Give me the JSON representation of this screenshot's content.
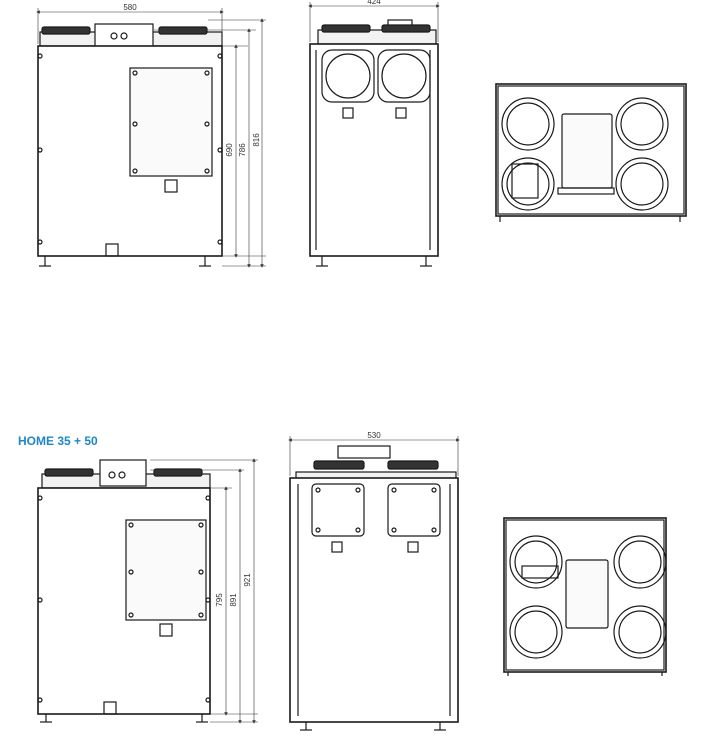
{
  "section_title": "HOME 35 + 50",
  "colors": {
    "accent": "#1f86c8",
    "line": "#1a1a1a",
    "dimension": "#333333"
  },
  "top_unit": {
    "front_width": "580",
    "front_height_panel": "690",
    "front_height_body": "786",
    "front_height_total": "816",
    "side_width": "424"
  },
  "bottom_unit": {
    "front_height_panel": "795",
    "front_height_body": "891",
    "front_height_total": "921",
    "side_width": "530"
  }
}
